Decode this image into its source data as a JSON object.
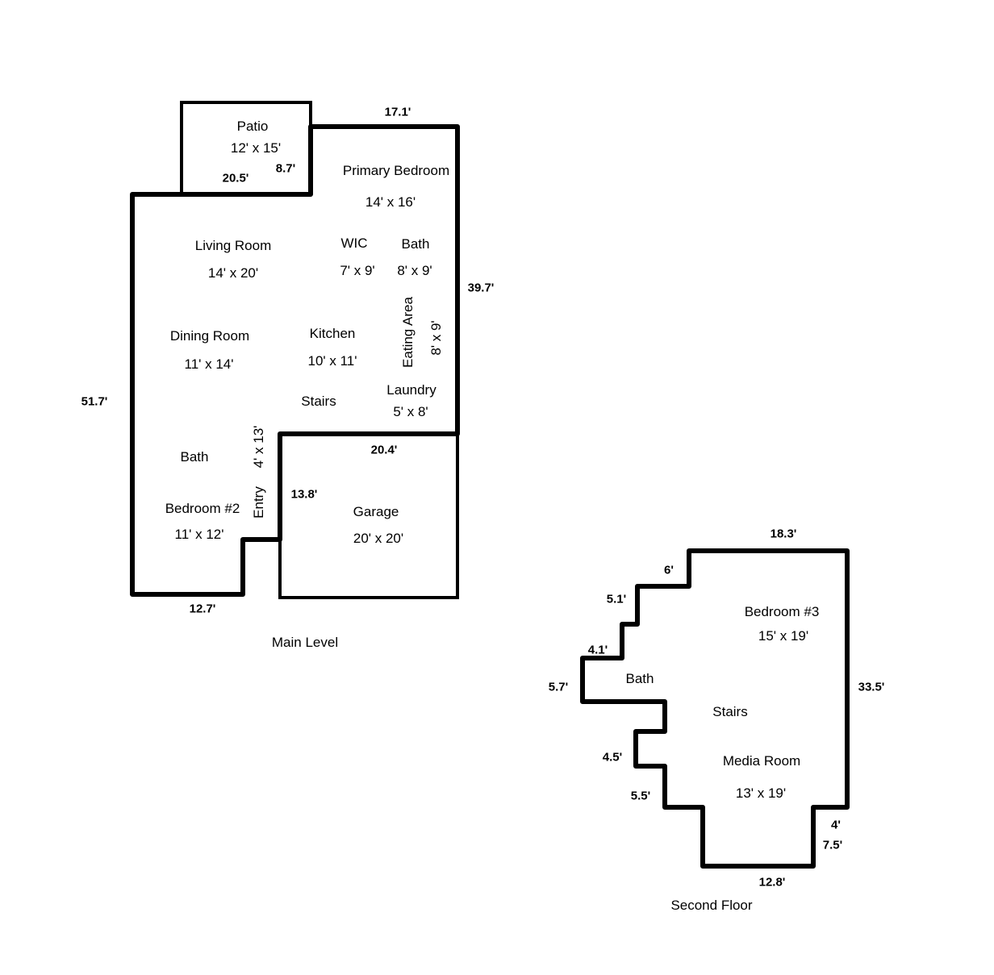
{
  "main_level": {
    "title": "Main Level",
    "rooms": {
      "patio": {
        "name": "Patio",
        "size": "12' x 15'"
      },
      "primary_bedroom": {
        "name": "Primary Bedroom",
        "size": "14' x 16'"
      },
      "living_room": {
        "name": "Living Room",
        "size": "14' x 20'"
      },
      "wic": {
        "name": "WIC",
        "size": "7' x 9'"
      },
      "bath_primary": {
        "name": "Bath",
        "size": "8' x 9'"
      },
      "dining_room": {
        "name": "Dining Room",
        "size": "11' x 14'"
      },
      "kitchen": {
        "name": "Kitchen",
        "size": "10' x 11'"
      },
      "eating_area": {
        "name": "Eating Area",
        "size": "8' x 9'"
      },
      "stairs": {
        "name": "Stairs"
      },
      "laundry": {
        "name": "Laundry",
        "size": "5' x 8'"
      },
      "bath": {
        "name": "Bath"
      },
      "entry": {
        "name": "Entry",
        "size": "4' x 13'"
      },
      "bedroom2": {
        "name": "Bedroom #2",
        "size": "11' x 12'"
      },
      "garage": {
        "name": "Garage",
        "size": "20' x 20'"
      }
    },
    "dimensions": [
      "17.1'",
      "20.5'",
      "8.7'",
      "39.7'",
      "51.7'",
      "20.4'",
      "13.8'",
      "12.7'"
    ]
  },
  "second_floor": {
    "title": "Second Floor",
    "rooms": {
      "bedroom3": {
        "name": "Bedroom #3",
        "size": "15' x 19'"
      },
      "bath": {
        "name": "Bath"
      },
      "stairs": {
        "name": "Stairs"
      },
      "media_room": {
        "name": "Media Room",
        "size": "13' x 19'"
      }
    },
    "dimensions": [
      "18.3'",
      "6'",
      "5.1'",
      "4.1'",
      "5.7'",
      "4.5'",
      "5.5'",
      "33.5'",
      "4'",
      "7.5'",
      "12.8'"
    ]
  }
}
